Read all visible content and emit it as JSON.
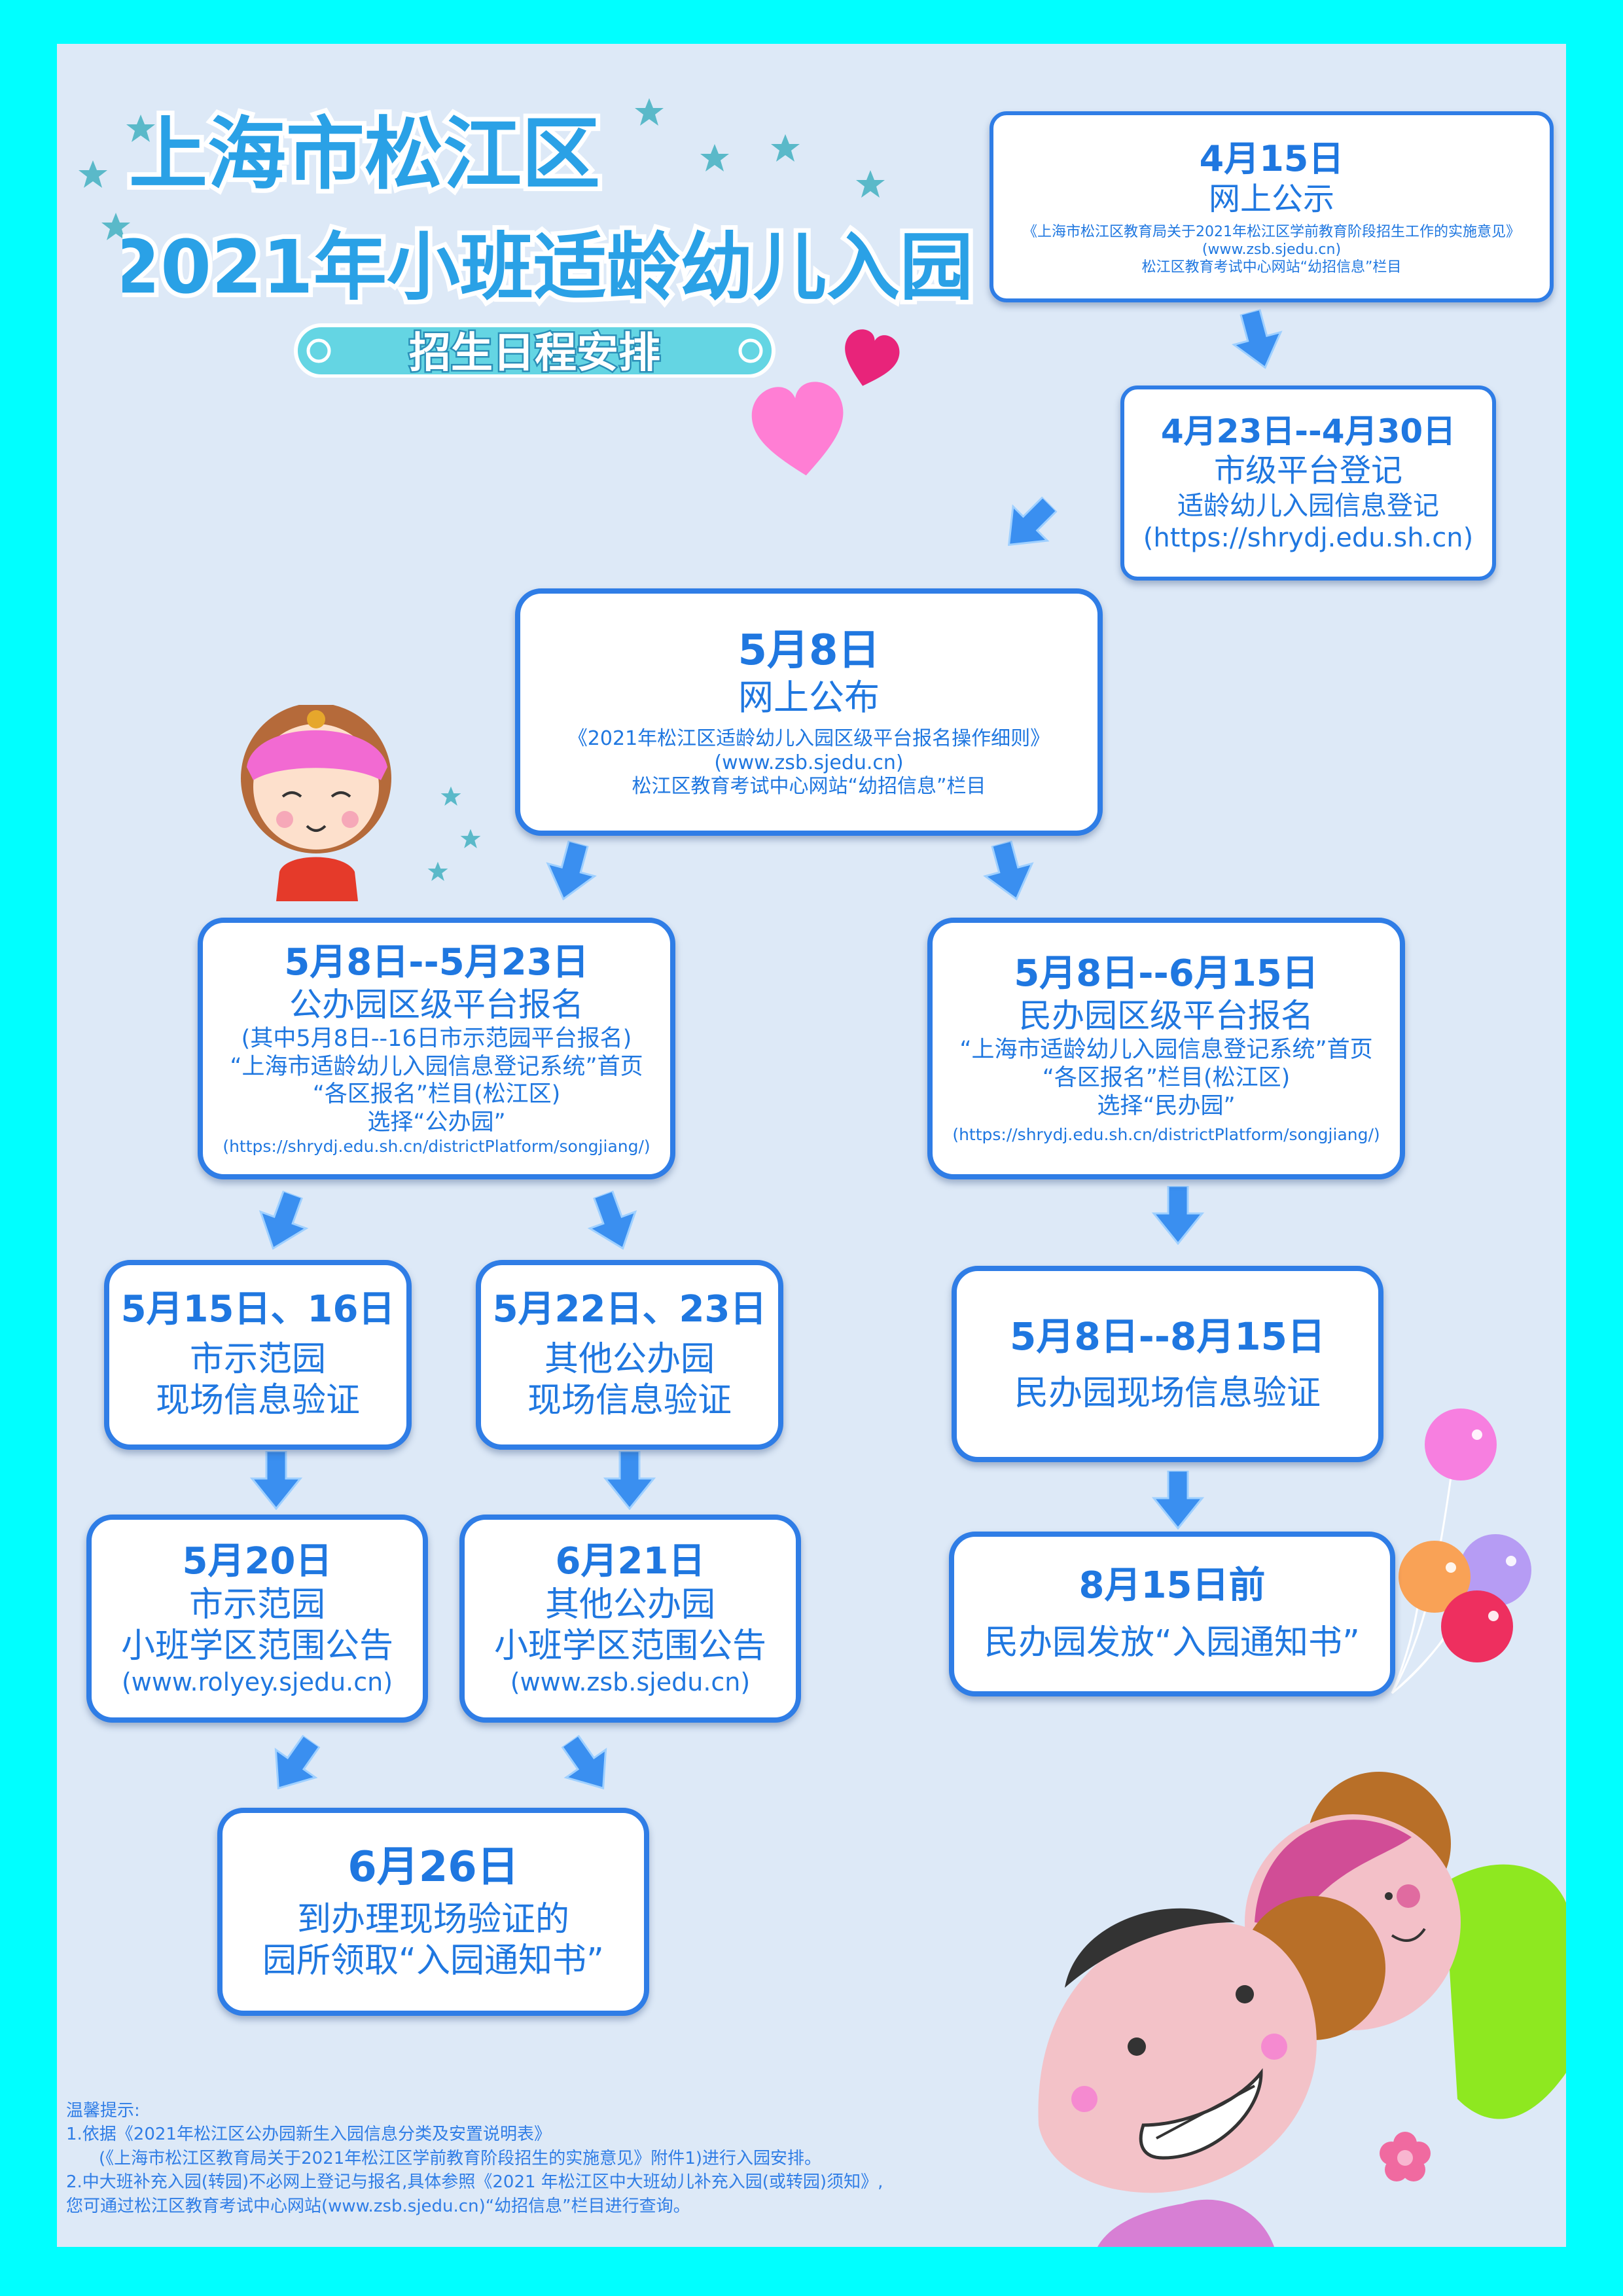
{
  "colors": {
    "accent": "#1f77e0",
    "border": "#2f7de6",
    "background": "#dde9f7",
    "frame": "#00ffff"
  },
  "header": {
    "title_line1": "上海市松江区",
    "title_line2": "2021年小班适龄幼儿入园",
    "subtitle": "招生日程安排"
  },
  "steps": {
    "s1": {
      "date": "4月15日",
      "title": "网上公示",
      "line1": "《上海市松江区教育局关于2021年松江区学前教育阶段招生工作的实施意见》",
      "line2": "(www.zsb.sjedu.cn)",
      "line3": "松江区教育考试中心网站“幼招信息”栏目"
    },
    "s2": {
      "date": "4月23日--4月30日",
      "title": "市级平台登记",
      "line1": "适龄幼儿入园信息登记",
      "line2": "(https://shrydj.edu.sh.cn)"
    },
    "s3": {
      "date": "5月8日",
      "title": "网上公布",
      "line1": "《2021年松江区适龄幼儿入园区级平台报名操作细则》",
      "line2": "(www.zsb.sjedu.cn)",
      "line3": "松江区教育考试中心网站“幼招信息”栏目"
    },
    "s4": {
      "date": "5月8日--5月23日",
      "title": "公办园区级平台报名",
      "line1": "(其中5月8日--16日市示范园平台报名)",
      "line2": "“上海市适龄幼儿入园信息登记系统”首页",
      "line3": "“各区报名”栏目(松江区)",
      "line4": "选择“公办园”",
      "line5": "(https://shrydj.edu.sh.cn/districtPlatform/songjiang/)"
    },
    "s5": {
      "date": "5月8日--6月15日",
      "title": "民办园区级平台报名",
      "line1": "“上海市适龄幼儿入园信息登记系统”首页",
      "line2": "“各区报名”栏目(松江区)",
      "line3": "选择“民办园”",
      "line4": "(https://shrydj.edu.sh.cn/districtPlatform/songjiang/)"
    },
    "s6": {
      "date": "5月15日、16日",
      "line1": "市示范园",
      "line2": "现场信息验证"
    },
    "s7": {
      "date": "5月22日、23日",
      "line1": "其他公办园",
      "line2": "现场信息验证"
    },
    "s8": {
      "date": "5月8日--8月15日",
      "line1": "民办园现场信息验证"
    },
    "s9": {
      "date": "5月20日",
      "line1": "市示范园",
      "line2": "小班学区范围公告",
      "line3": "(www.rolyey.sjedu.cn)"
    },
    "s10": {
      "date": "6月21日",
      "line1": "其他公办园",
      "line2": "小班学区范围公告",
      "line3": "(www.zsb.sjedu.cn)"
    },
    "s11": {
      "date": "8月15日前",
      "line1": "民办园发放“入园通知书”"
    },
    "s12": {
      "date": "6月26日",
      "line1": "到办理现场验证的",
      "line2": "园所领取“入园通知书”"
    }
  },
  "notes": {
    "heading": "温馨提示:",
    "line1": "1.依据《2021年松江区公办园新生入园信息分类及安置说明表》",
    "line2": "(《上海市松江区教育局关于2021年松江区学前教育阶段招生的实施意见》附件1)进行入园安排。",
    "line3": "2.中大班补充入园(转园)不必网上登记与报名,具体参照《2021 年松江区中大班幼儿补充入园(或转园)须知》,",
    "line4": "您可通过松江区教育考试中心网站(www.zsb.sjedu.cn)“幼招信息”栏目进行查询。"
  },
  "icons": [
    "star-icon",
    "heart-icon",
    "arrow-down-icon",
    "girl-illustration",
    "balloon-icon",
    "children-illustration"
  ]
}
